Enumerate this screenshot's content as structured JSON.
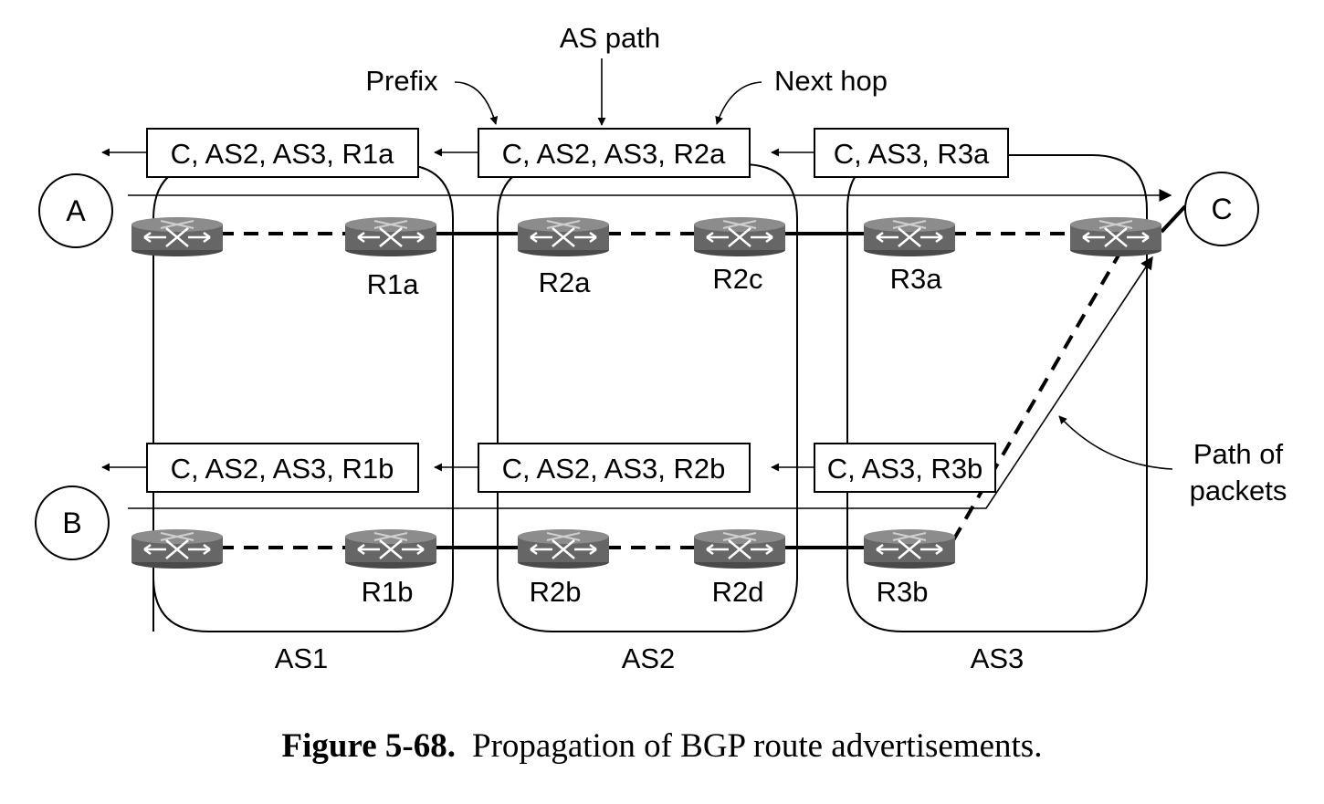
{
  "hosts": {
    "a": "A",
    "b": "B",
    "c": "C"
  },
  "routers": {
    "r1a": "R1a",
    "r1b": "R1b",
    "r2a": "R2a",
    "r2b": "R2b",
    "r2c": "R2c",
    "r2d": "R2d",
    "r3a": "R3a",
    "r3b": "R3b"
  },
  "autonomous_systems": {
    "as1": "AS1",
    "as2": "AS2",
    "as3": "AS3"
  },
  "advertisements": {
    "top_as1": "C, AS2, AS3, R1a",
    "top_as2": "C, AS2, AS3, R2a",
    "top_as3": "C, AS3, R3a",
    "bottom_as1": "C, AS2, AS3, R1b",
    "bottom_as2": "C, AS2, AS3, R2b",
    "bottom_as3": "C, AS3, R3b"
  },
  "annotations": {
    "as_path": "AS path",
    "prefix": "Prefix",
    "next_hop": "Next hop",
    "path_of_packets_line1": "Path of",
    "path_of_packets_line2": "packets"
  },
  "caption": {
    "number": "Figure 5-68.",
    "text": "Propagation of BGP route advertisements."
  }
}
